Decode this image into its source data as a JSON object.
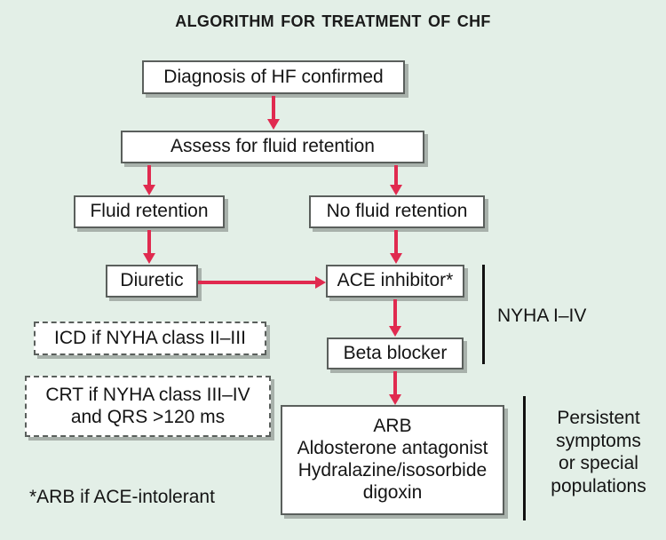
{
  "figure": {
    "title": "Algorithm for Treatment of CHF",
    "background_color": "#e3efe7",
    "arrow_color": "#e02a4f",
    "box_border_color": "#5a5f5c",
    "box_fill_color": "#ffffff"
  },
  "nodes": {
    "diagnosis": "Diagnosis of HF confirmed",
    "assess": "Assess for fluid retention",
    "fluid_retention": "Fluid retention",
    "no_fluid_retention": "No fluid retention",
    "diuretic": "Diuretic",
    "ace_inhibitor": "ACE inhibitor*",
    "beta_blocker": "Beta blocker",
    "icd": "ICD if NYHA class II–III",
    "crt_line1": "CRT if NYHA class III–IV",
    "crt_line2": "and QRS >120 ms",
    "arb_line1": "ARB",
    "arb_line2": "Aldosterone antagonist",
    "arb_line3": "Hydralazine/isosorbide",
    "arb_line4": "digoxin"
  },
  "annotations": {
    "nyha_bracket_label": "NYHA I–IV",
    "persistent_line1": "Persistent",
    "persistent_line2": "symptoms",
    "persistent_line3": "or special",
    "persistent_line4": "populations",
    "footnote": "*ARB if ACE-intolerant"
  }
}
